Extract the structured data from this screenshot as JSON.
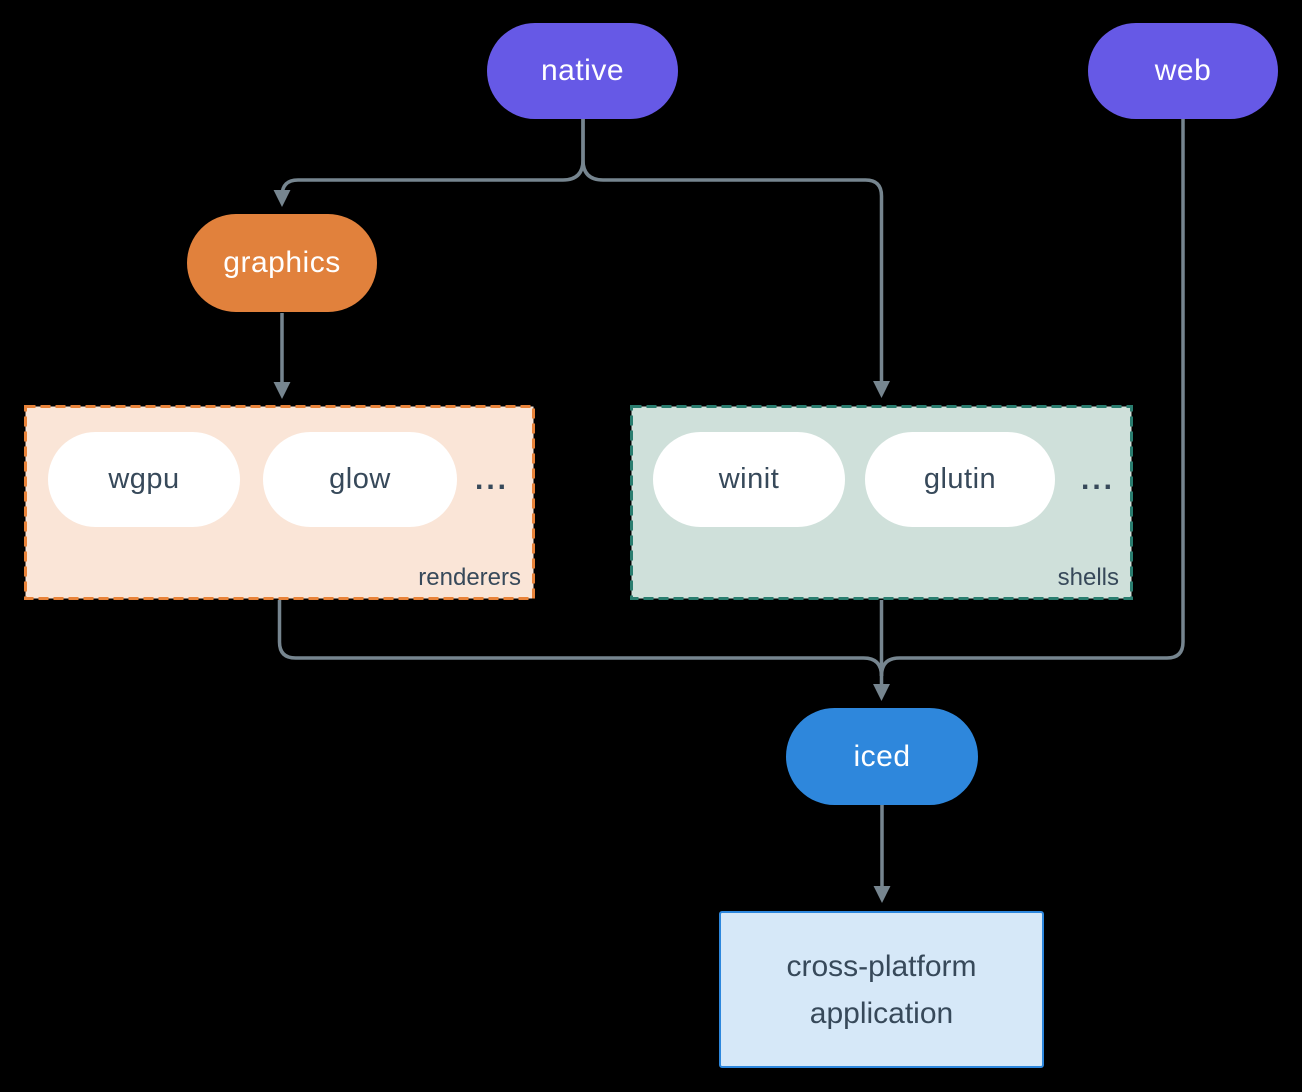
{
  "diagram": {
    "colors": {
      "background": "#000000",
      "line": "#76858F",
      "purple": "#6659E6",
      "orange": "#E1813C",
      "blue": "#2E87DC",
      "peach-bg": "#FAE5D7",
      "peach-border": "#E8833A",
      "sage-bg": "#CFE0DA",
      "sage-border": "#2A7D6F",
      "app-bg": "#D6E8F8",
      "app-border": "#2D87DD",
      "dark-text": "#37495A",
      "white-text": "#FFFFFF"
    },
    "nodes": {
      "native": {
        "label": "native"
      },
      "web": {
        "label": "web"
      },
      "graphics": {
        "label": "graphics"
      },
      "iced": {
        "label": "iced"
      },
      "application": {
        "label_lines": [
          "cross-platform",
          "application"
        ]
      }
    },
    "groups": {
      "renderers": {
        "label": "renderers",
        "items": [
          "wgpu",
          "glow"
        ],
        "ellipsis": "..."
      },
      "shells": {
        "label": "shells",
        "items": [
          "winit",
          "glutin"
        ],
        "ellipsis": "..."
      }
    }
  }
}
